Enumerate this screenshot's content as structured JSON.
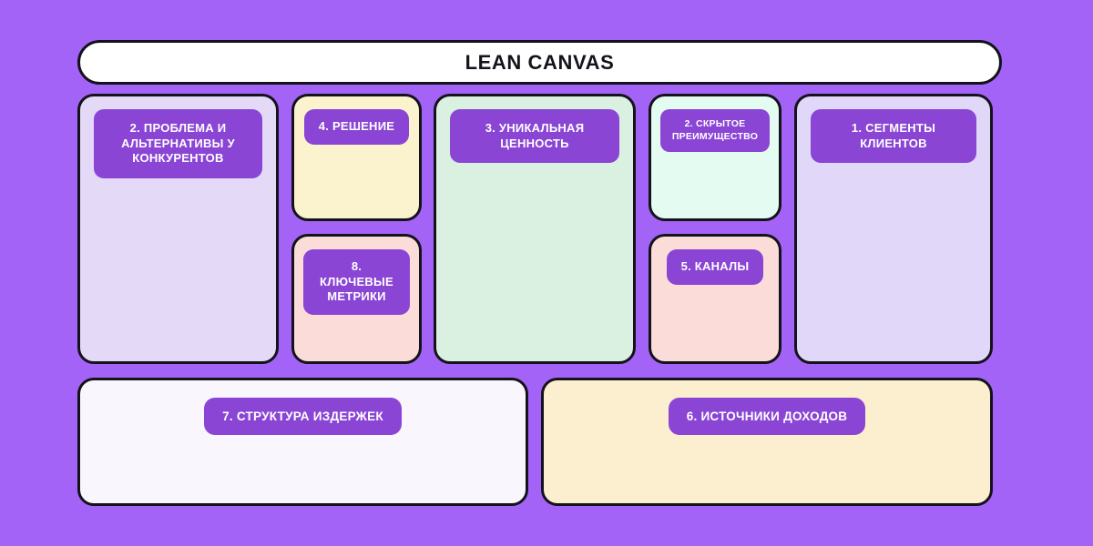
{
  "page": {
    "background_color": "#a463f7",
    "title": "LEAN CANVAS"
  },
  "theme": {
    "badge_color": "#8a45d5",
    "badge_text_color": "#ffffff",
    "border_color": "#14121a",
    "title_bar_color": "#ffffff"
  },
  "blocks": {
    "problem": {
      "number": "2.",
      "label": "2. ПРОБЛЕМА И АЛЬТЕРНАТИВЫ У КОНКУРЕНТОВ",
      "fill": "#e4d9f7"
    },
    "solution": {
      "number": "4.",
      "label": "4. РЕШЕНИЕ",
      "fill": "#fbf3cd"
    },
    "metrics": {
      "number": "8.",
      "label": "8. КЛЮЧЕВЫЕ МЕТРИКИ",
      "fill": "#fbdcd9"
    },
    "value": {
      "number": "3.",
      "label": "3. УНИКАЛЬНАЯ ЦЕННОСТЬ",
      "fill": "#daf0e0"
    },
    "advantage": {
      "number": "2.",
      "label": "2. СКРЫТОЕ ПРЕИМУЩЕСТВО",
      "fill": "#e3fbf1"
    },
    "channels": {
      "number": "5.",
      "label": "5. КАНАЛЫ",
      "fill": "#fbdcd9"
    },
    "segments": {
      "number": "1.",
      "label": "1. СЕГМЕНТЫ КЛИЕНТОВ",
      "fill": "#e1d8f9"
    },
    "costs": {
      "number": "7.",
      "label": "7. СТРУКТУРА ИЗДЕРЖЕК",
      "fill": "#f9f6fd"
    },
    "revenue": {
      "number": "6.",
      "label": "6. ИСТОЧНИКИ ДОХОДОВ",
      "fill": "#fcefcf"
    }
  }
}
